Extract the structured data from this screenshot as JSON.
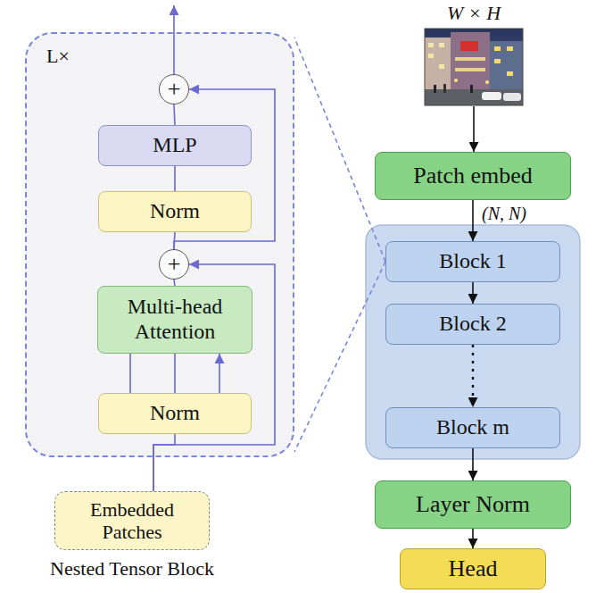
{
  "diagram": {
    "nodes": [
      {
        "text": [
          "L×"
        ]
      },
      {
        "text": [
          "+"
        ],
        "in": 0
      },
      {
        "text": [
          "MLP"
        ],
        "in": 0
      },
      {
        "text": [
          "Norm"
        ],
        "in": 0
      },
      {
        "text": [
          "+"
        ],
        "in": 0
      },
      {
        "text": [
          "Multi-head Attention"
        ],
        "in": 0
      },
      {
        "text": [
          "Norm"
        ],
        "in": 0
      },
      {
        "text": [
          "Embedded Patches"
        ]
      },
      {
        "text": [
          "Patch embed"
        ]
      },
      {
        "text": [
          "Block 1"
        ]
      },
      {
        "text": [
          "Block 2"
        ]
      },
      {
        "text": [
          "Block m"
        ]
      },
      {
        "text": [
          "Layer Norm"
        ]
      },
      {
        "text": [
          "Head"
        ]
      }
    ],
    "edges": [
      {
        "from": 7,
        "to": 6,
        "arrow": "none"
      },
      {
        "from": 7,
        "to": 4,
        "arrow": "to"
      },
      {
        "from": 6,
        "to": 5,
        "arrow": "to"
      },
      {
        "from": 5,
        "to": 4,
        "arrow": "none"
      },
      {
        "from": 4,
        "to": 3,
        "arrow": "none"
      },
      {
        "from": 4,
        "to": 1,
        "arrow": "to"
      },
      {
        "from": 3,
        "to": 2,
        "arrow": "none"
      },
      {
        "from": 2,
        "to": 1,
        "arrow": "none"
      },
      {
        "from": 8,
        "to": 9,
        "arrow": "to"
      },
      {
        "from": 9,
        "to": 10,
        "arrow": "to"
      },
      {
        "from": 10,
        "to": 11,
        "arrow": "to"
      },
      {
        "from": 11,
        "to": 12,
        "arrow": "to"
      },
      {
        "from": 12,
        "to": 13,
        "arrow": "to"
      },
      {
        "from": 9,
        "to": 0,
        "arrow": "none"
      },
      {
        "from": 9,
        "to": 0,
        "arrow": "none"
      }
    ],
    "labels": [
      "W × H",
      "(N, N)",
      "Nested Tensor Block"
    ]
  }
}
